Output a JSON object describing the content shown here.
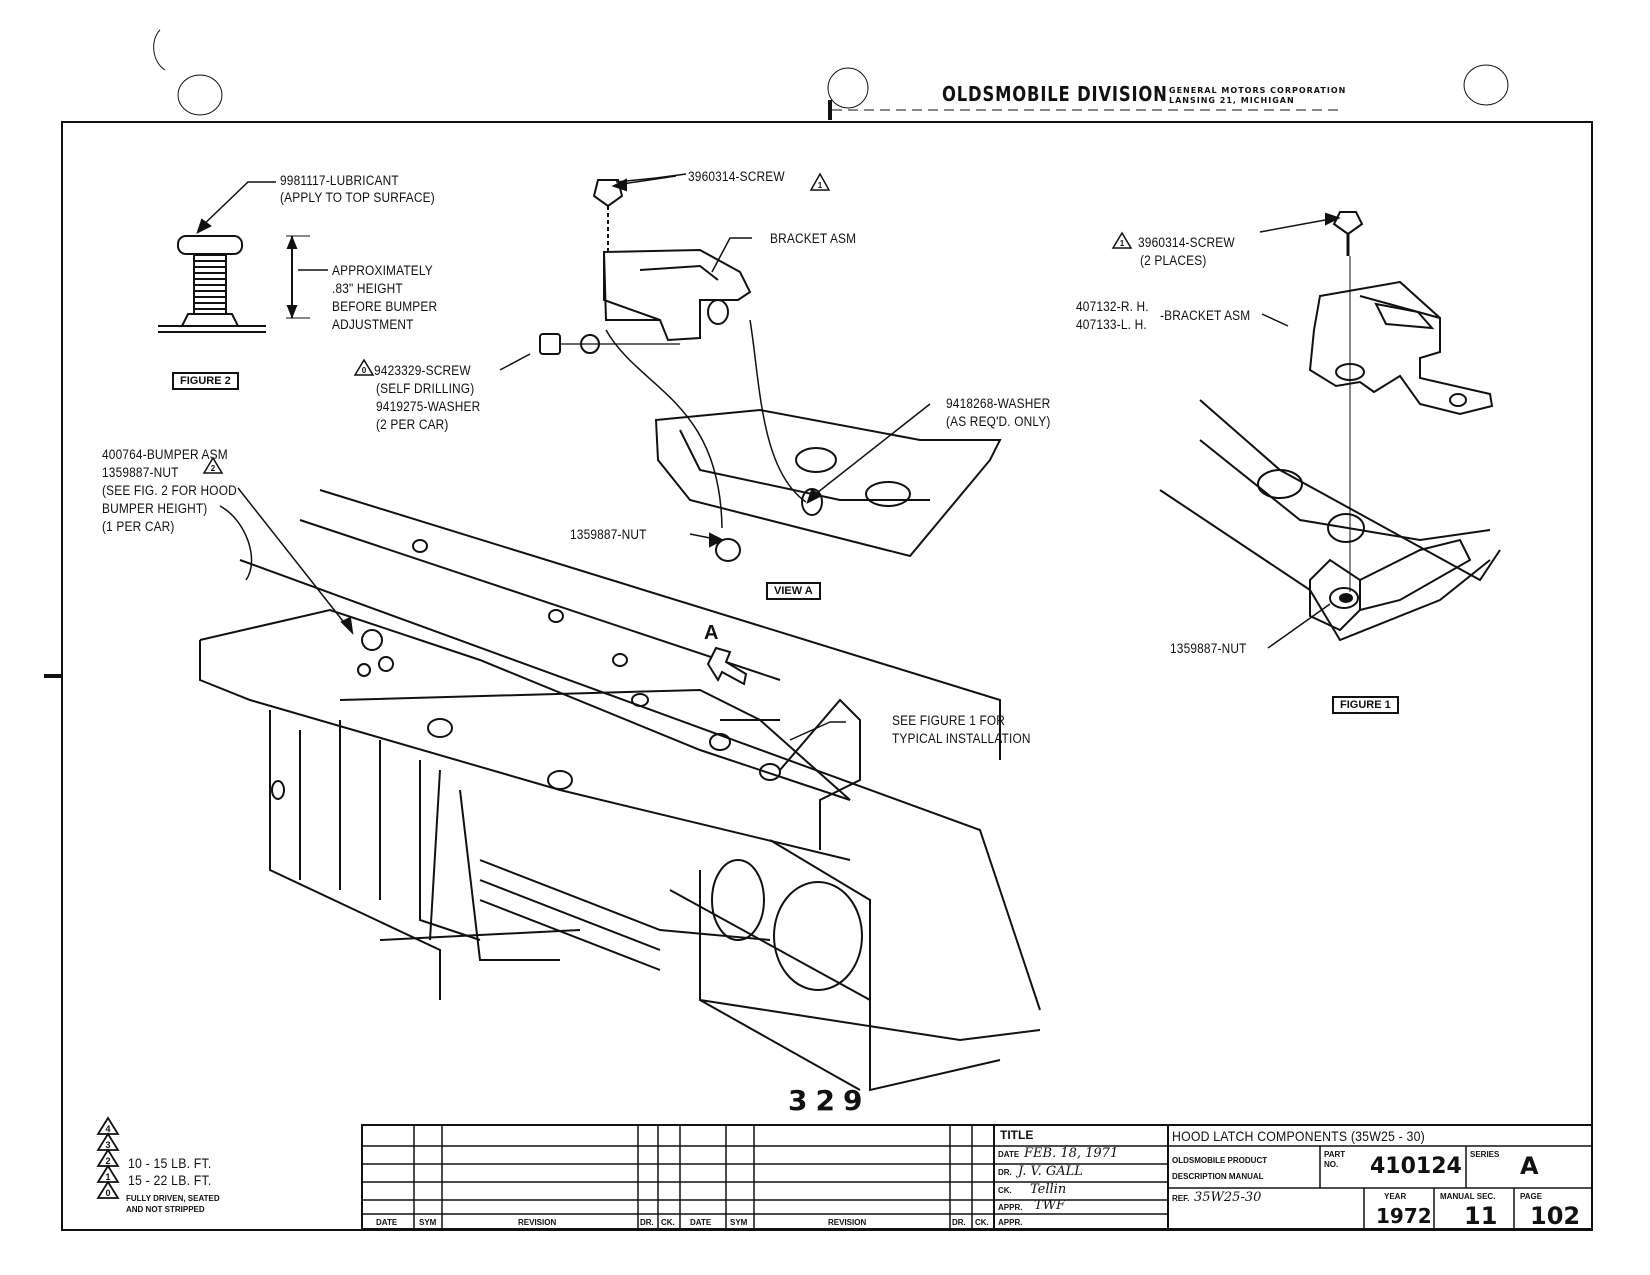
{
  "header": {
    "division": "OLDSMOBILE DIVISION",
    "corp_line1": "GENERAL MOTORS CORPORATION",
    "corp_line2": "LANSING 21, MICHIGAN"
  },
  "figure2": {
    "lubricant": "9981117-LUBRICANT",
    "lubricant_note": "(APPLY TO TOP SURFACE)",
    "height_note": [
      "APPROXIMATELY",
      ".83\" HEIGHT",
      "BEFORE BUMPER",
      "ADJUSTMENT"
    ],
    "label": "FIGURE 2"
  },
  "view_a": {
    "screw": "3960314-SCREW",
    "bracket": "BRACKET ASM",
    "screw2": [
      "9423329-SCREW",
      "(SELF DRILLING)",
      "9419275-WASHER",
      "(2 PER CAR)"
    ],
    "washer": [
      "9418268-WASHER",
      "(AS REQ'D. ONLY)"
    ],
    "nut": "1359887-NUT",
    "label": "VIEW A"
  },
  "main_view": {
    "bumper": [
      "400764-BUMPER ASM",
      "1359887-NUT",
      "(SEE FIG. 2 FOR HOOD",
      "BUMPER HEIGHT)",
      "(1 PER CAR)"
    ],
    "arrow_label": "A",
    "see_figure": [
      "SEE FIGURE 1 FOR",
      "TYPICAL INSTALLATION"
    ],
    "page_number": "329"
  },
  "figure1": {
    "screw": [
      "3960314-SCREW",
      "(2 PLACES)"
    ],
    "bracket_parts": [
      "407132-R. H.",
      "407133-L. H."
    ],
    "bracket": "-BRACKET ASM",
    "nut": "1359887-NUT",
    "label": "FIGURE 1"
  },
  "torque_legend": {
    "line1": "10 - 15 LB. FT.",
    "line2": "15 - 22 LB. FT.",
    "line3a": "FULLY DRIVEN, SEATED",
    "line3b": "AND NOT STRIPPED"
  },
  "triangle_marks": [
    "1",
    "2",
    "0"
  ],
  "title_block": {
    "title_label": "TITLE",
    "title": "HOOD LATCH COMPONENTS (35W25 - 30)",
    "date_label": "DATE",
    "date_value": "FEB. 18, 1971",
    "dr_label": "DR.",
    "dr_value": "J. V. GALL",
    "ck_label": "CK.",
    "ck_value": "Tellin",
    "appr_label": "APPR.",
    "appr_value": "TWF",
    "appr2_label": "APPR.",
    "manual1": "OLDSMOBILE PRODUCT",
    "manual2": "DESCRIPTION MANUAL",
    "ref_label": "REF.",
    "ref_value": "35W25-30",
    "part_label": "PART NO.",
    "part_no": "410124",
    "series_label": "SERIES",
    "series": "A",
    "year_label": "YEAR",
    "year": "1972",
    "manual_sec_label": "MANUAL SEC.",
    "manual_sec": "11",
    "page_label": "PAGE",
    "page": "102"
  },
  "revision_table": {
    "columns": [
      "DATE",
      "SYM",
      "REVISION",
      "DR.",
      "CK.",
      "DATE",
      "SYM",
      "REVISION",
      "DR.",
      "CK."
    ]
  }
}
